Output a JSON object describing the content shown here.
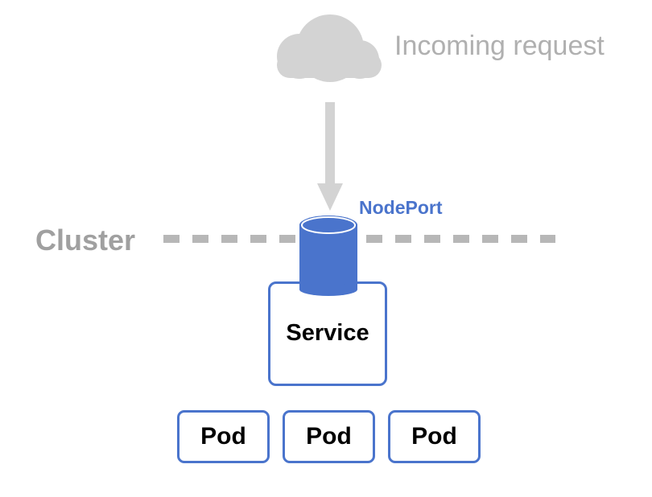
{
  "incoming": {
    "label": "Incoming request",
    "icon": "cloud-icon"
  },
  "cluster": {
    "label": "Cluster"
  },
  "nodeport": {
    "label": "NodePort",
    "icon": "cylinder-icon"
  },
  "service": {
    "label": "Service"
  },
  "pods": [
    {
      "label": "Pod"
    },
    {
      "label": "Pod"
    },
    {
      "label": "Pod"
    }
  ],
  "colors": {
    "accent": "#4a74cc",
    "muted": "#b0b0b0",
    "cloud": "#d3d3d3",
    "cluster_text": "#a0a0a0"
  }
}
